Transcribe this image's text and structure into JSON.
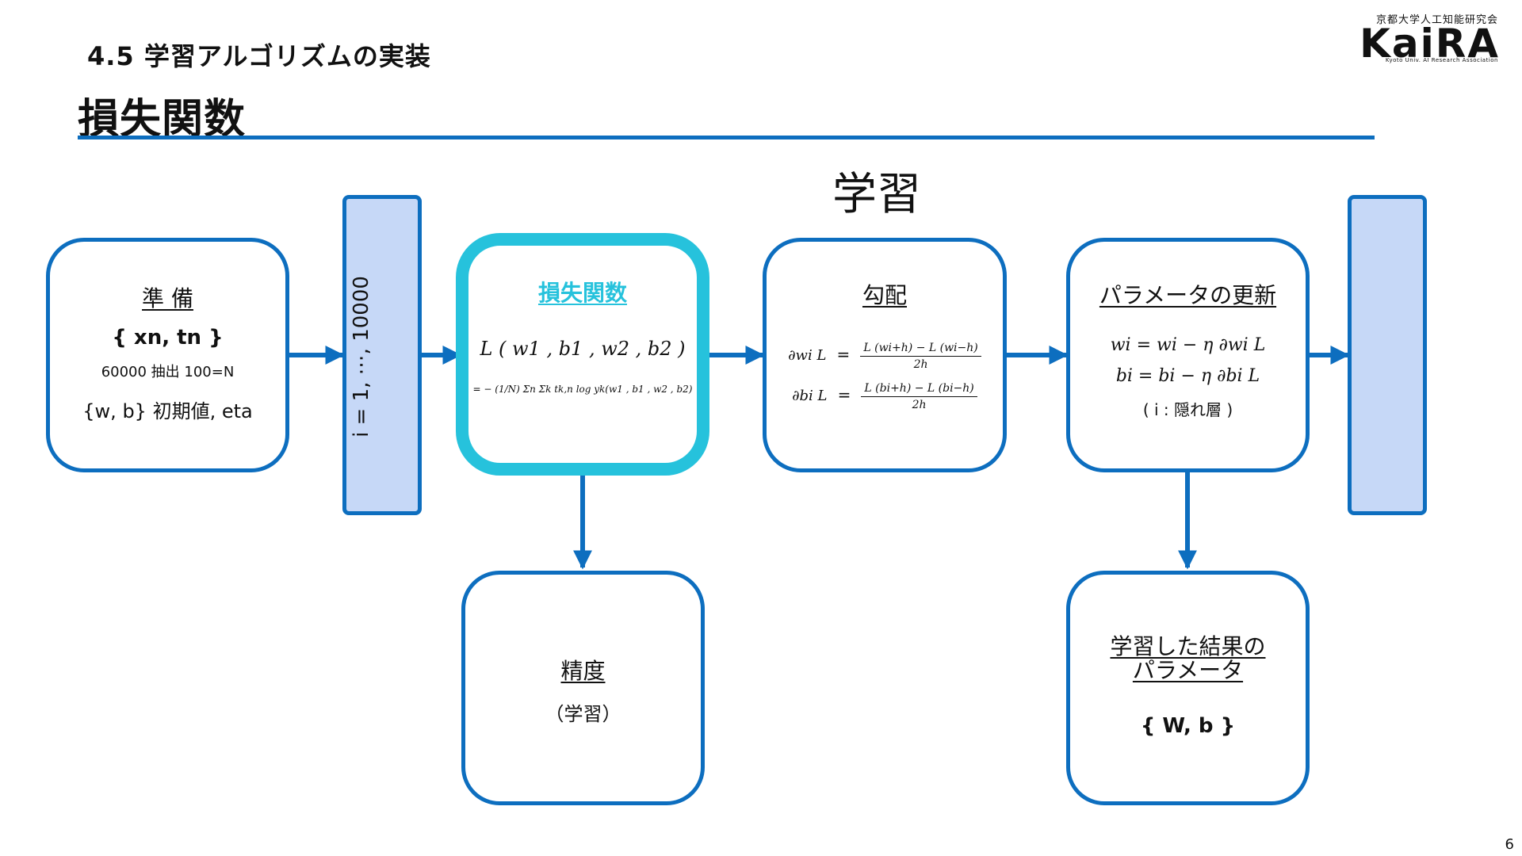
{
  "header": {
    "section": "4.5 学習アルゴリズムの実装",
    "title": "損失関数",
    "logo_top": "京都大学人工知能研究会",
    "logo_main": "KaiRA",
    "logo_sub": "Kyoto Univ. AI Research Association",
    "page_number": "6"
  },
  "diagram": {
    "center_label": "学習",
    "loop_label": "i = 1, ⋯, 10000",
    "prep": {
      "title": "準 備",
      "data": "{ xn, tn }",
      "sampling": "60000 抽出 100=N",
      "init": "{w, b} 初期値, eta"
    },
    "loss": {
      "title": "損失関数",
      "formula": "L ( w1 , b1 , w2 , b2 )",
      "expansion": "= − (1/N) Σn Σk tk,n log yk(w1 , b1 , w2 , b2)"
    },
    "gradient": {
      "title": "勾配",
      "w_lhs": "∂wi L",
      "w_num": "L (wi+h) − L (wi−h)",
      "w_den": "2h",
      "b_lhs": "∂bi L",
      "b_num": "L (bi+h) − L (bi−h)",
      "b_den": "2h"
    },
    "update": {
      "title": "パラメータの更新",
      "w_rule": "wi = wi − η ∂wi L",
      "b_rule": "bi = bi − η ∂bi L",
      "note": "( i : 隠れ層 )"
    },
    "accuracy": {
      "title": "精度",
      "note": "（学習）"
    },
    "result": {
      "title_line1": "学習した結果の",
      "title_line2": "パラメータ",
      "params": "{ W, b }"
    }
  },
  "colors": {
    "box_border": "#0d6ebf",
    "highlight_border": "#26c2dc",
    "bar_fill": "#c6d8f7",
    "arrow": "#0d6ebf"
  }
}
